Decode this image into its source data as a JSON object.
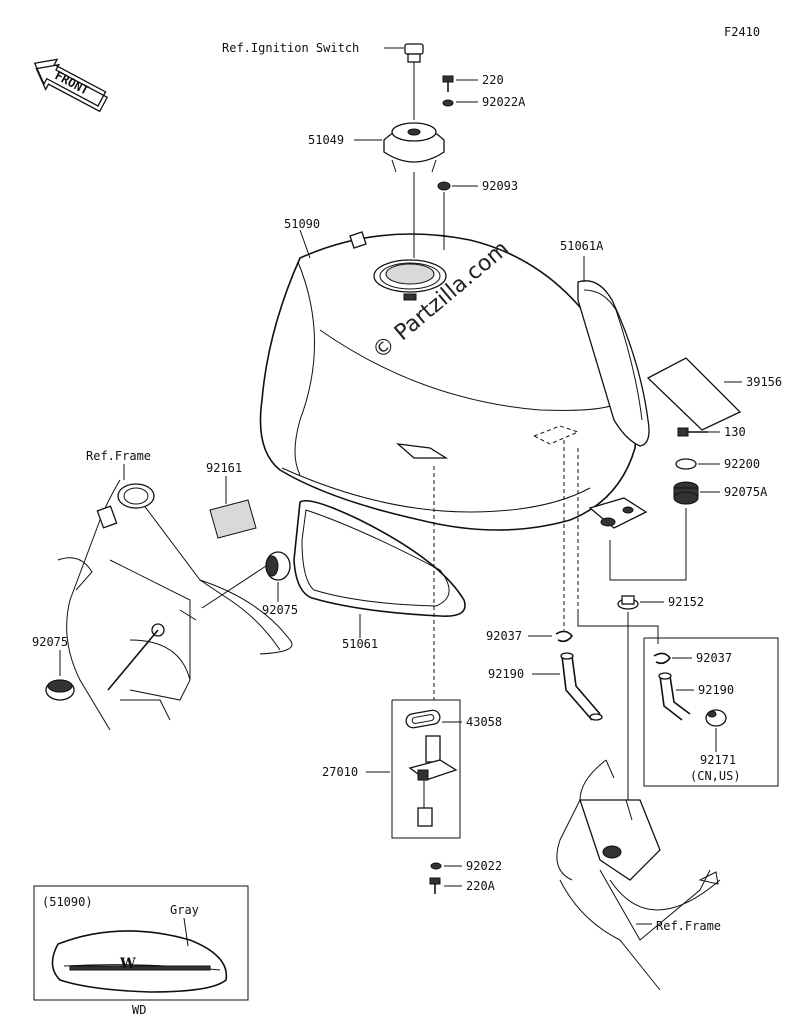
{
  "diagram": {
    "figure_code": "F2410",
    "front_label": "FRONT",
    "watermark": "© Partzilla.com",
    "labels": {
      "ref_ignition": "Ref.Ignition Switch",
      "p220": "220",
      "p92022A": "92022A",
      "p51049": "51049",
      "p92093": "92093",
      "p51090": "51090",
      "p51061A": "51061A",
      "p39156": "39156",
      "p130": "130",
      "p92200": "92200",
      "p92075A": "92075A",
      "ref_frame_left": "Ref.Frame",
      "p92161": "92161",
      "p92075_right": "92075",
      "p92075_left": "92075",
      "p51061": "51061",
      "p92152": "92152",
      "p92037_left": "92037",
      "p92037_right": "92037",
      "p92190_left": "92190",
      "p92190_right": "92190",
      "p43058": "43058",
      "p27010": "27010",
      "p92171": "92171",
      "p92171_note": "(CN,US)",
      "p92022": "92022",
      "p220A": "220A",
      "ref_frame_right": "Ref.Frame",
      "inset_part": "(51090)",
      "inset_color": "Gray",
      "inset_code": "WD"
    }
  }
}
